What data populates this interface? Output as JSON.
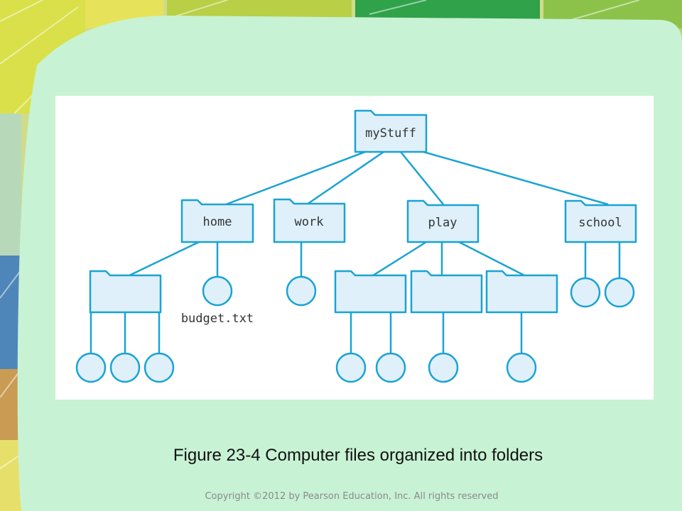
{
  "diagram": {
    "root": "myStuff",
    "folders": [
      "home",
      "work",
      "play",
      "school"
    ],
    "file_label": "budget.txt"
  },
  "caption": "Figure 23-4 Computer files organized into folders",
  "copyright": "Copyright ©2012 by Pearson Education, Inc. All rights reserved",
  "colors": {
    "stroke": "#1aa3d4",
    "fill": "#dff0fa",
    "panel": "#c8f2d4",
    "background_mosaic": "#c9d86a"
  }
}
